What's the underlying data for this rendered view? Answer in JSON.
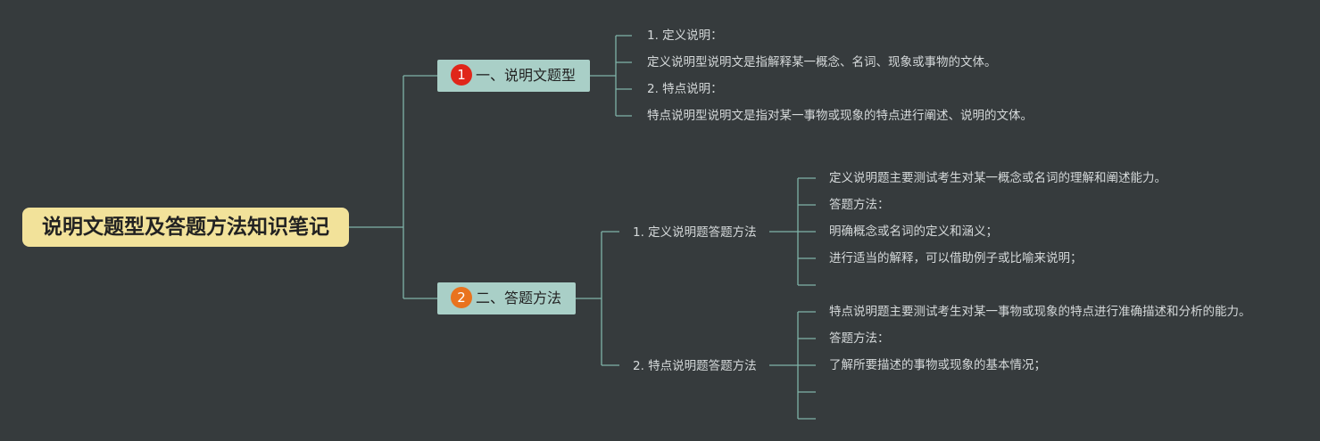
{
  "mindmap": {
    "root": "说明文题型及答题方法知识笔记",
    "branches": [
      {
        "badge": "1",
        "label": "一、说明文题型",
        "leaves": [
          "1. 定义说明：",
          "定义说明型说明文是指解释某一概念、名词、现象或事物的文体。",
          "2. 特点说明：",
          "特点说明型说明文是指对某一事物或现象的特点进行阐述、说明的文体。"
        ]
      },
      {
        "badge": "2",
        "label": "二、答题方法",
        "subs": [
          {
            "label": "1. 定义说明题答题方法",
            "leaves": [
              "定义说明题主要测试考生对某一概念或名词的理解和阐述能力。",
              "答题方法：",
              "明确概念或名词的定义和涵义；",
              "进行适当的解释，可以借助例子或比喻来说明；",
              ""
            ]
          },
          {
            "label": "2. 特点说明题答题方法",
            "leaves": [
              "特点说明题主要测试考生对某一事物或现象的特点进行准确描述和分析的能力。",
              "答题方法：",
              "了解所要描述的事物或现象的基本情况；",
              "",
              ""
            ]
          }
        ]
      }
    ]
  },
  "colors": {
    "background": "#363b3d",
    "line": "#7fb3a8",
    "root_fill": "#f2e29a",
    "branch_fill": "#a9cfc7",
    "badge_1": "#e0261a",
    "badge_2": "#e9731e"
  }
}
